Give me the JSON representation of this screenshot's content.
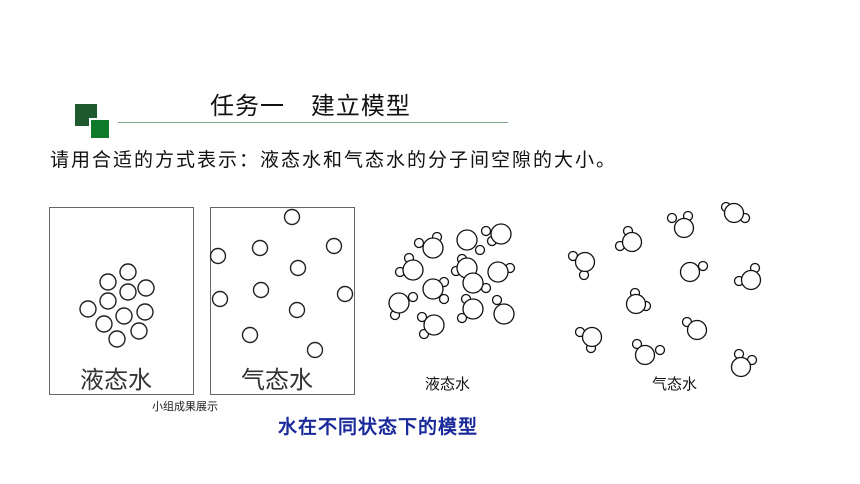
{
  "title": "任务一   建立模型",
  "instruction": "请用合适的方式表示：液态水和气态水的分子间空隙的大小。",
  "drawings": {
    "liquid_label": "液态水",
    "gas_label": "气态水",
    "caption": "小组成果展示"
  },
  "models": {
    "liquid_label": "液态水",
    "gas_label": "气态水"
  },
  "bottom_caption": "水在不同状态下的模型"
}
